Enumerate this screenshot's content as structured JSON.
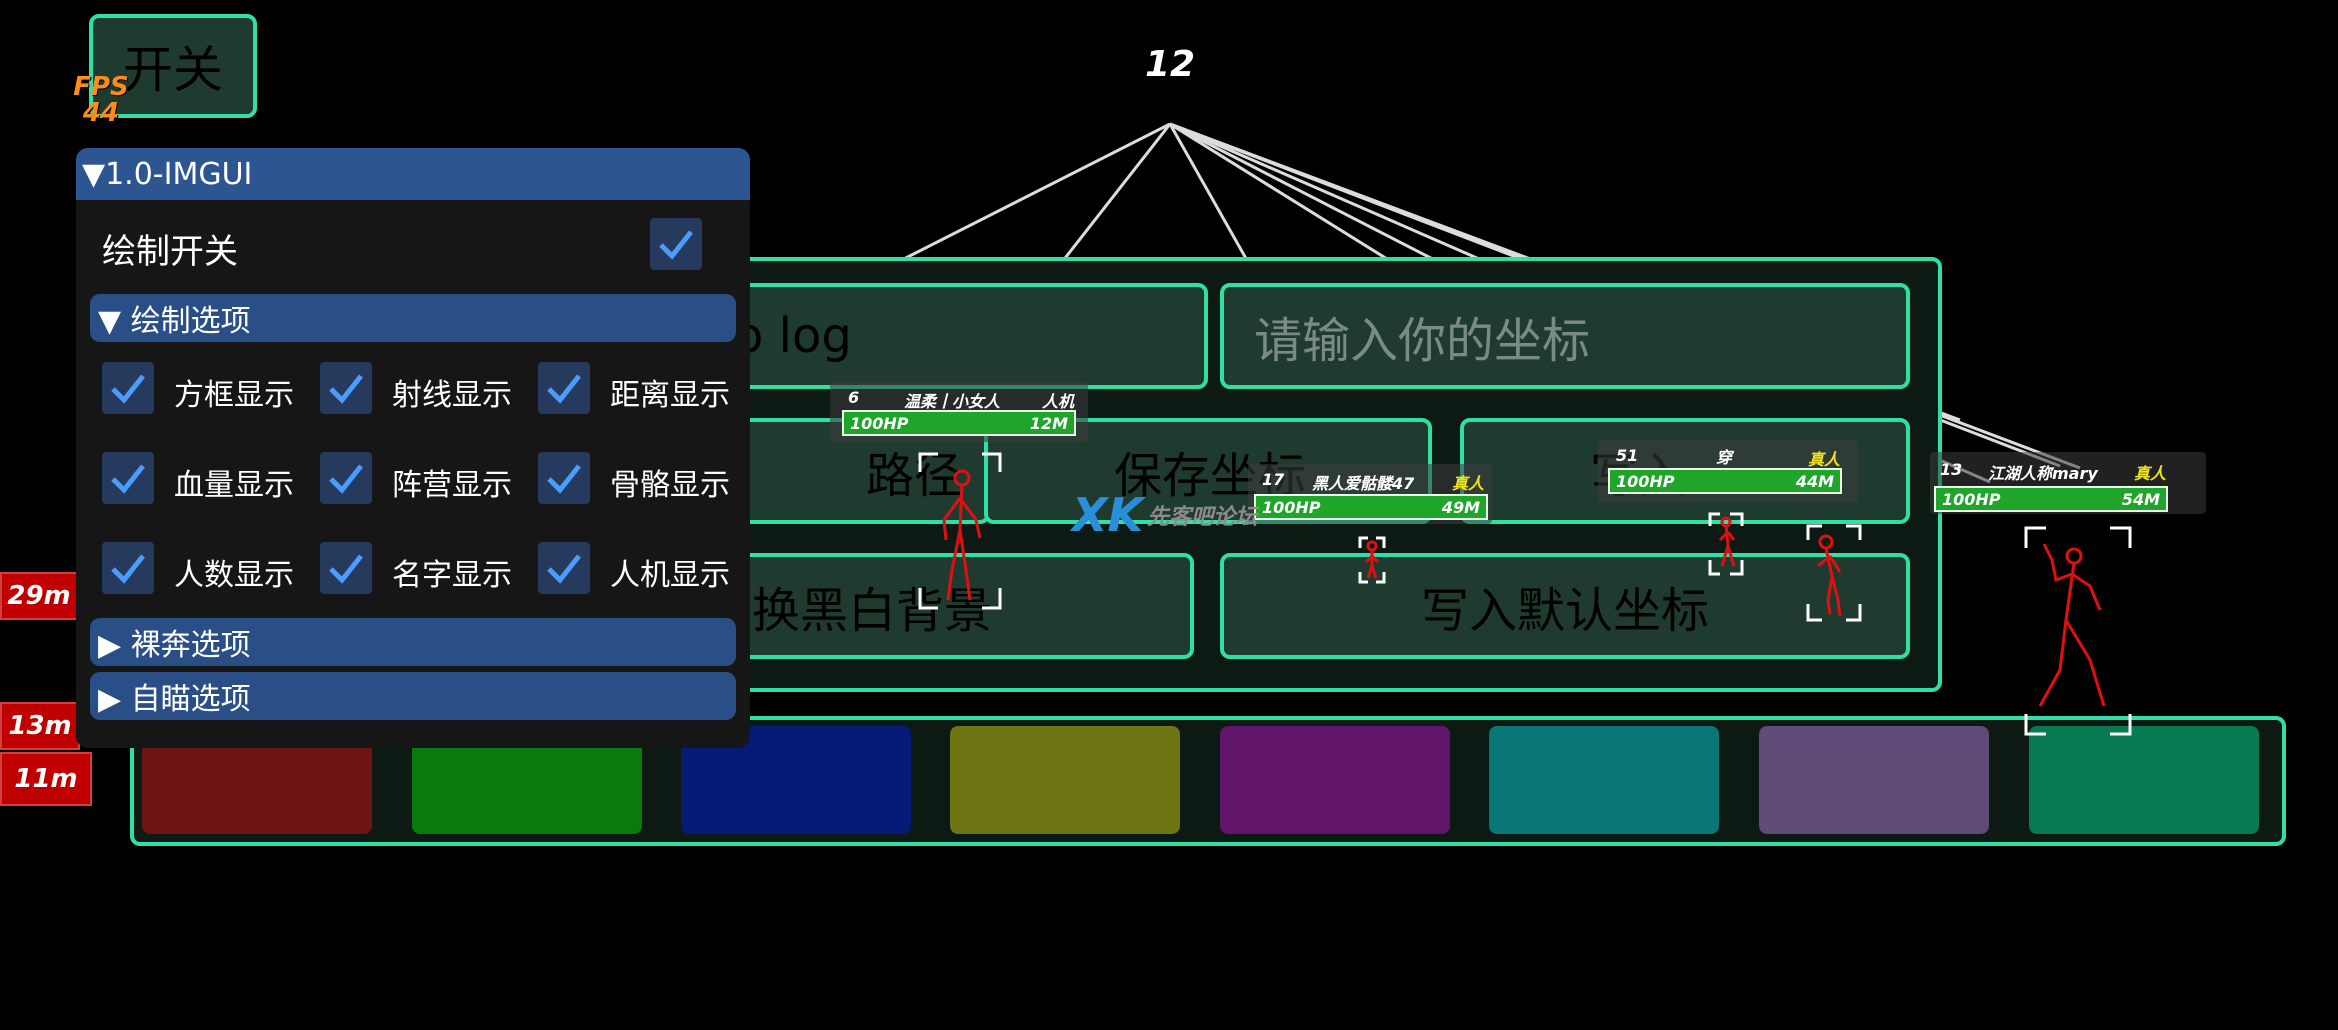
{
  "hud": {
    "toggle_label": "开关",
    "fps_label": "FPS",
    "fps_value": "44",
    "player_count": "12",
    "edge_distances": [
      "29m",
      "13m",
      "11m"
    ]
  },
  "menu": {
    "title": "▼1.0-IMGUI",
    "draw_switch_label": "绘制开关",
    "draw_switch_checked": true,
    "sections": {
      "draw_options": "▼ 绘制选项",
      "nude_options": "▶ 裸奔选项",
      "aim_options": "▶ 自瞄选项"
    },
    "checkboxes": [
      {
        "label": "方框显示",
        "checked": true
      },
      {
        "label": "射线显示",
        "checked": true
      },
      {
        "label": "距离显示",
        "checked": true
      },
      {
        "label": "血量显示",
        "checked": true
      },
      {
        "label": "阵营显示",
        "checked": true
      },
      {
        "label": "骨骼显示",
        "checked": true
      },
      {
        "label": "人数显示",
        "checked": true
      },
      {
        "label": "名字显示",
        "checked": true
      },
      {
        "label": "人机显示",
        "checked": true
      }
    ]
  },
  "background_panel": {
    "log_button": "o log",
    "coord_input_placeholder": "请输入你的坐标",
    "path_button": "路径",
    "save_button": "保存坐标",
    "write_button": "写入",
    "bw_button": "换黑白背景",
    "default_button": "写入默认坐标"
  },
  "color_swatches": [
    "#6e1514",
    "#0b7a0c",
    "#061a78",
    "#6d7512",
    "#60156a",
    "#087775",
    "#5f4a78",
    "#087a52"
  ],
  "players": [
    {
      "id": "6",
      "name": "温柔丨小女人",
      "type": "人机",
      "hp": "100HP",
      "dist": "12M"
    },
    {
      "id": "17",
      "name": "黑人爱骷髅47",
      "type": "真人",
      "hp": "100HP",
      "dist": "49M"
    },
    {
      "id": "51",
      "name": "穿",
      "type": "真人",
      "hp": "100HP",
      "dist": "44M"
    },
    {
      "id": "13",
      "name": "江湖人称mary",
      "type": "真人",
      "hp": "100HP",
      "dist": "54M"
    }
  ],
  "watermark": {
    "logo": "XK",
    "text": "先客吧论坛"
  },
  "colors": {
    "accent": "#2fe0a6",
    "menu_header": "#2c5591",
    "checkbox_tick": "#4a9dff",
    "skeleton": "#e01010",
    "real_player": "#f2e21a"
  }
}
